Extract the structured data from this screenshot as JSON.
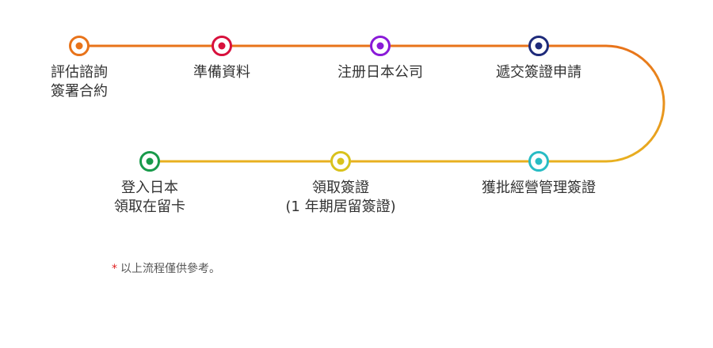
{
  "steps": [
    {
      "id": "s1",
      "lines": [
        "評估諮詢",
        "簽署合約"
      ],
      "color": "#e8731a"
    },
    {
      "id": "s2",
      "lines": [
        "準備資料"
      ],
      "color": "#d8103c"
    },
    {
      "id": "s3",
      "lines": [
        "注册日本公司"
      ],
      "color": "#8a1ad8"
    },
    {
      "id": "s4",
      "lines": [
        "遞交簽證申請"
      ],
      "color": "#1e2a7a"
    },
    {
      "id": "s5",
      "lines": [
        "獲批經營管理簽證"
      ],
      "color": "#28bcc4"
    },
    {
      "id": "s6",
      "lines": [
        "領取簽證",
        "(1 年期居留簽證)"
      ],
      "color": "#d9c21c"
    },
    {
      "id": "s7",
      "lines": [
        "登入日本",
        "領取在留卡"
      ],
      "color": "#189a4a"
    }
  ],
  "colors": {
    "track_top": "#e8731a",
    "track_bottom": "#e8b020"
  },
  "note": {
    "mark": "*",
    "text": "以上流程僅供參考。"
  }
}
